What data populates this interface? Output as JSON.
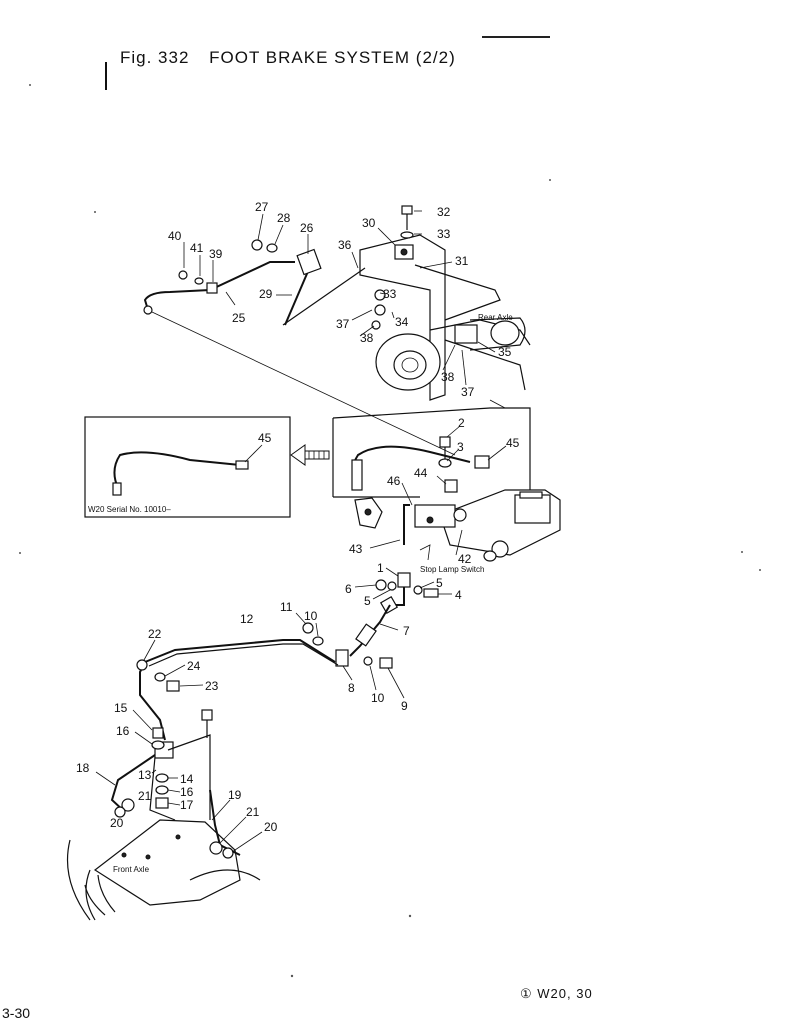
{
  "header": {
    "fig_number": "Fig. 332",
    "title": "FOOT BRAKE SYSTEM (2/2)"
  },
  "footer": {
    "page_number": "3-30",
    "model_ref": "① W20, 30"
  },
  "inset": {
    "serial_note": "W20 Serial No. 10010–"
  },
  "annotations": {
    "rear_axle": "Rear Axle",
    "front_axle": "Front Axle",
    "stop_lamp_switch": "Stop Lamp Switch"
  },
  "callouts": [
    {
      "id": "c40",
      "label": "40"
    },
    {
      "id": "c41",
      "label": "41"
    },
    {
      "id": "c39",
      "label": "39"
    },
    {
      "id": "c27",
      "label": "27"
    },
    {
      "id": "c28",
      "label": "28"
    },
    {
      "id": "c26",
      "label": "26"
    },
    {
      "id": "c29",
      "label": "29"
    },
    {
      "id": "c25",
      "label": "25"
    },
    {
      "id": "c30",
      "label": "30"
    },
    {
      "id": "c36",
      "label": "36"
    },
    {
      "id": "c32",
      "label": "32"
    },
    {
      "id": "c33a",
      "label": "33"
    },
    {
      "id": "c31",
      "label": "31"
    },
    {
      "id": "c33b",
      "label": "33"
    },
    {
      "id": "c37a",
      "label": "37"
    },
    {
      "id": "c34",
      "label": "34"
    },
    {
      "id": "c38a",
      "label": "38"
    },
    {
      "id": "c35",
      "label": "35"
    },
    {
      "id": "c38b",
      "label": "38"
    },
    {
      "id": "c37b",
      "label": "37"
    },
    {
      "id": "c45a",
      "label": "45"
    },
    {
      "id": "c2",
      "label": "2"
    },
    {
      "id": "c3",
      "label": "3"
    },
    {
      "id": "c45b",
      "label": "45"
    },
    {
      "id": "c44",
      "label": "44"
    },
    {
      "id": "c46",
      "label": "46"
    },
    {
      "id": "c43",
      "label": "43"
    },
    {
      "id": "c42",
      "label": "42"
    },
    {
      "id": "c1",
      "label": "1"
    },
    {
      "id": "c5a",
      "label": "5"
    },
    {
      "id": "c6",
      "label": "6"
    },
    {
      "id": "c5b",
      "label": "5"
    },
    {
      "id": "c4",
      "label": "4"
    },
    {
      "id": "c11",
      "label": "11"
    },
    {
      "id": "c10a",
      "label": "10"
    },
    {
      "id": "c12",
      "label": "12"
    },
    {
      "id": "c7",
      "label": "7"
    },
    {
      "id": "c22",
      "label": "22"
    },
    {
      "id": "c24",
      "label": "24"
    },
    {
      "id": "c23",
      "label": "23"
    },
    {
      "id": "c8",
      "label": "8"
    },
    {
      "id": "c10b",
      "label": "10"
    },
    {
      "id": "c9",
      "label": "9"
    },
    {
      "id": "c15",
      "label": "15"
    },
    {
      "id": "c16a",
      "label": "16"
    },
    {
      "id": "c14",
      "label": "14"
    },
    {
      "id": "c13",
      "label": "13"
    },
    {
      "id": "c16b",
      "label": "16"
    },
    {
      "id": "c18",
      "label": "18"
    },
    {
      "id": "c21a",
      "label": "21"
    },
    {
      "id": "c17",
      "label": "17"
    },
    {
      "id": "c20a",
      "label": "20"
    },
    {
      "id": "c19",
      "label": "19"
    },
    {
      "id": "c21b",
      "label": "21"
    },
    {
      "id": "c20b",
      "label": "20"
    }
  ]
}
